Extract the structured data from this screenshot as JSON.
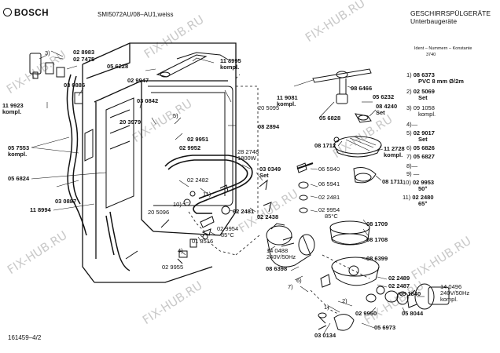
{
  "header": {
    "brand": "BOSCH",
    "model": "SMI5072AU/08–AU1,weiss",
    "title": "GESCHIRRSPÜLGERÄTE",
    "subtitle": "Unterbaugeräte"
  },
  "ident": {
    "label": "Ident – Nummern – Konstante",
    "value": "3740"
  },
  "footer_code": "161459–4/2",
  "watermark": "FIX-HUB.RU",
  "legend": [
    {
      "num": "1)",
      "code": "08 6373",
      "desc": "PVC 8 mm Ø/2m"
    },
    {
      "num": "2)",
      "code": "02 5069",
      "desc": "Set"
    },
    {
      "num": "3)",
      "code": "09 1058",
      "desc": "kompl."
    },
    {
      "num": "4)",
      "code": "—",
      "desc": ""
    },
    {
      "num": "5)",
      "code": "02 9017",
      "desc": "Set"
    },
    {
      "num": "6)",
      "code": "05 6826",
      "desc": ""
    },
    {
      "num": "7)",
      "code": "05 6827",
      "desc": ""
    },
    {
      "num": "8)",
      "code": "—",
      "desc": ""
    },
    {
      "num": "9)",
      "code": "—",
      "desc": ""
    },
    {
      "num": "10)",
      "code": "02 9953",
      "desc": "50°"
    },
    {
      "num": "11)",
      "code": "02 2480",
      "desc": "65°"
    }
  ],
  "callouts": [
    {
      "id": "c1",
      "text": "3)"
    },
    {
      "id": "c2",
      "text": "02 8983"
    },
    {
      "id": "c3",
      "text": "02 7475"
    },
    {
      "id": "c4",
      "text": "05 6228"
    },
    {
      "id": "c5",
      "text": "02 9947"
    },
    {
      "id": "c6",
      "text": "11 8995"
    },
    {
      "id": "c7",
      "text": "kompl."
    },
    {
      "id": "c8",
      "text": "11 9923"
    },
    {
      "id": "c9",
      "text": "kompl."
    },
    {
      "id": "c10",
      "text": "03 0886"
    },
    {
      "id": "c11",
      "text": "03 0842"
    },
    {
      "id": "c12",
      "text": "5)"
    },
    {
      "id": "c13",
      "text": "20 5095"
    },
    {
      "id": "c14",
      "text": "20 3979"
    },
    {
      "id": "c15",
      "text": "08 2894"
    },
    {
      "id": "c16",
      "text": "02 9951"
    },
    {
      "id": "c17",
      "text": "02 9952"
    },
    {
      "id": "c18",
      "text": "05 7553"
    },
    {
      "id": "c19",
      "text": "kompl."
    },
    {
      "id": "c20",
      "text": "28 2748"
    },
    {
      "id": "c21",
      "text": "1800W"
    },
    {
      "id": "c22",
      "text": "03 0349"
    },
    {
      "id": "c23",
      "text": "Set"
    },
    {
      "id": "c24",
      "text": "05 6824"
    },
    {
      "id": "c25",
      "text": "02 2482"
    },
    {
      "id": "c26",
      "text": "11)"
    },
    {
      "id": "c27",
      "text": "10)"
    },
    {
      "id": "c28",
      "text": "03 0887"
    },
    {
      "id": "c29",
      "text": "11 8994"
    },
    {
      "id": "c30",
      "text": "20 5096"
    },
    {
      "id": "c31",
      "text": "02 2481"
    },
    {
      "id": "c32",
      "text": "02 2438"
    },
    {
      "id": "c33",
      "text": "02 9954"
    },
    {
      "id": "c34",
      "text": "85°C"
    },
    {
      "id": "c35",
      "text": "01 8516"
    },
    {
      "id": "c36",
      "text": "4)"
    },
    {
      "id": "c37",
      "text": "02 9955"
    },
    {
      "id": "c38",
      "text": "11 9081"
    },
    {
      "id": "c39",
      "text": "kompl."
    },
    {
      "id": "c40",
      "text": "08 6466"
    },
    {
      "id": "c41",
      "text": "05 6232"
    },
    {
      "id": "c42",
      "text": "08 4240"
    },
    {
      "id": "c43",
      "text": "Set"
    },
    {
      "id": "c44",
      "text": "05 6828"
    },
    {
      "id": "c45",
      "text": "08 1712"
    },
    {
      "id": "c46",
      "text": "11 2728"
    },
    {
      "id": "c47",
      "text": "kompl."
    },
    {
      "id": "c48",
      "text": "06 5940"
    },
    {
      "id": "c49",
      "text": "06 5941"
    },
    {
      "id": "c50",
      "text": "08 1711"
    },
    {
      "id": "c51",
      "text": "02 2481"
    },
    {
      "id": "c52",
      "text": "02 9954"
    },
    {
      "id": "c53",
      "text": "85°C"
    },
    {
      "id": "c54",
      "text": "08 1709"
    },
    {
      "id": "c55",
      "text": "08 1708"
    },
    {
      "id": "c56",
      "text": "14 0488"
    },
    {
      "id": "c57",
      "text": "240V/50Hz"
    },
    {
      "id": "c58",
      "text": "08 6399"
    },
    {
      "id": "c59",
      "text": "08 6398"
    },
    {
      "id": "c60",
      "text": "6)"
    },
    {
      "id": "c61",
      "text": "7)"
    },
    {
      "id": "c62",
      "text": "02 2489"
    },
    {
      "id": "c63",
      "text": "02 2487"
    },
    {
      "id": "c64",
      "text": "05 1840"
    },
    {
      "id": "c65",
      "text": "14 0496"
    },
    {
      "id": "c66",
      "text": "240V/50Hz"
    },
    {
      "id": "c67",
      "text": "kompl."
    },
    {
      "id": "c68",
      "text": "05 8044"
    },
    {
      "id": "c69",
      "text": "02 9950"
    },
    {
      "id": "c70",
      "text": "05 6973"
    },
    {
      "id": "c71",
      "text": "2)"
    },
    {
      "id": "c72",
      "text": "1)"
    },
    {
      "id": "c73",
      "text": "03 0134"
    }
  ]
}
